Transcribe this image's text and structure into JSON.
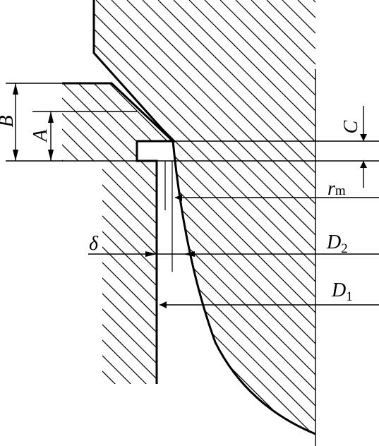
{
  "colors": {
    "ink": "#000000",
    "background": "#ffffff"
  },
  "labels": {
    "B": "B",
    "A": "A",
    "C": "C",
    "r_main": "r",
    "r_sub": "m",
    "delta": "δ",
    "D2_main": "D",
    "D2_sub": "2",
    "D1_main": "D",
    "D1_sub": "1"
  }
}
